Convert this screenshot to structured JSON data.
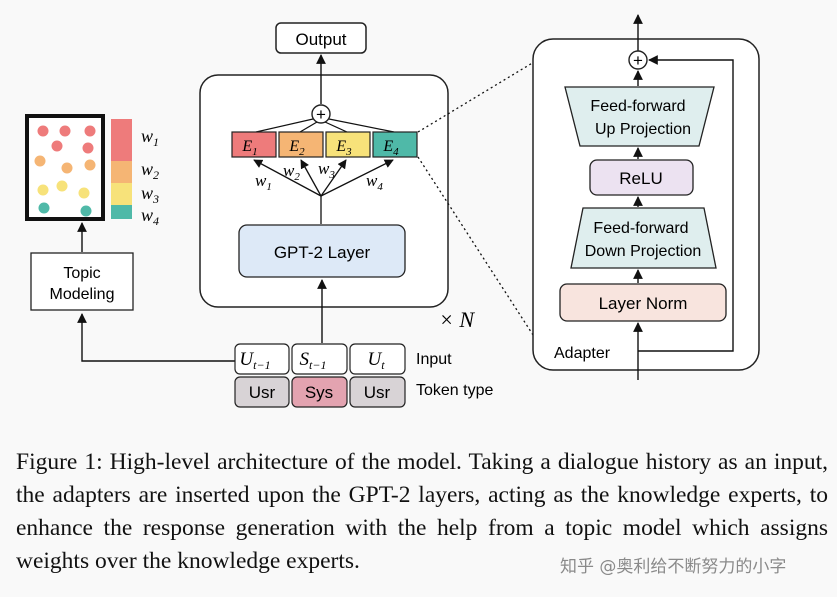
{
  "output_label": "Output",
  "gpt2_layer_label": "GPT-2 Layer",
  "times_n": "× N",
  "plus_symbol": "+",
  "experts": [
    {
      "base": "E",
      "sub": "1",
      "color": "#ee7b7b"
    },
    {
      "base": "E",
      "sub": "2",
      "color": "#f5b574"
    },
    {
      "base": "E",
      "sub": "3",
      "color": "#f7e27a"
    },
    {
      "base": "E",
      "sub": "4",
      "color": "#4fb9a8"
    }
  ],
  "gate_weights": [
    {
      "base": "w",
      "sub": "1"
    },
    {
      "base": "w",
      "sub": "2"
    },
    {
      "base": "w",
      "sub": "3"
    },
    {
      "base": "w",
      "sub": "4"
    }
  ],
  "topic_weights": [
    {
      "base": "w",
      "sub": "1",
      "color": "#ee7b7b"
    },
    {
      "base": "w",
      "sub": "2",
      "color": "#f5b574"
    },
    {
      "base": "w",
      "sub": "3",
      "color": "#f7e27a"
    },
    {
      "base": "w",
      "sub": "4",
      "color": "#4fb9a8"
    }
  ],
  "topic_modeling_label": [
    "Topic",
    "Modeling"
  ],
  "inputs": [
    {
      "base": "U",
      "sub": "t−1"
    },
    {
      "base": "S",
      "sub": "t−1"
    },
    {
      "base": "U",
      "sub": "t"
    }
  ],
  "input_label": "Input",
  "token_types": [
    {
      "label": "Usr",
      "color": "#d8d3d6"
    },
    {
      "label": "Sys",
      "color": "#e3a3b0"
    },
    {
      "label": "Usr",
      "color": "#d8d3d6"
    }
  ],
  "token_type_label": "Token type",
  "adapter": {
    "label": "Adapter",
    "ff_up": [
      "Feed-forward",
      "Up Projection"
    ],
    "relu": "ReLU",
    "ff_down": [
      "Feed-forward",
      "Down Projection"
    ],
    "layer_norm": "Layer Norm",
    "ff_color": "#dfeeee",
    "relu_color": "#ece2f1",
    "layer_norm_color": "#f8e4de"
  },
  "caption": "Figure 1: High-level architecture of the model. Taking a dialogue history as an input, the adapters are inserted upon the GPT-2 layers, acting as the knowledge experts, to enhance the response generation with the help from a topic model which assigns weights over the knowledge experts.",
  "watermark": "知乎 @奥利给不断努力的小字"
}
